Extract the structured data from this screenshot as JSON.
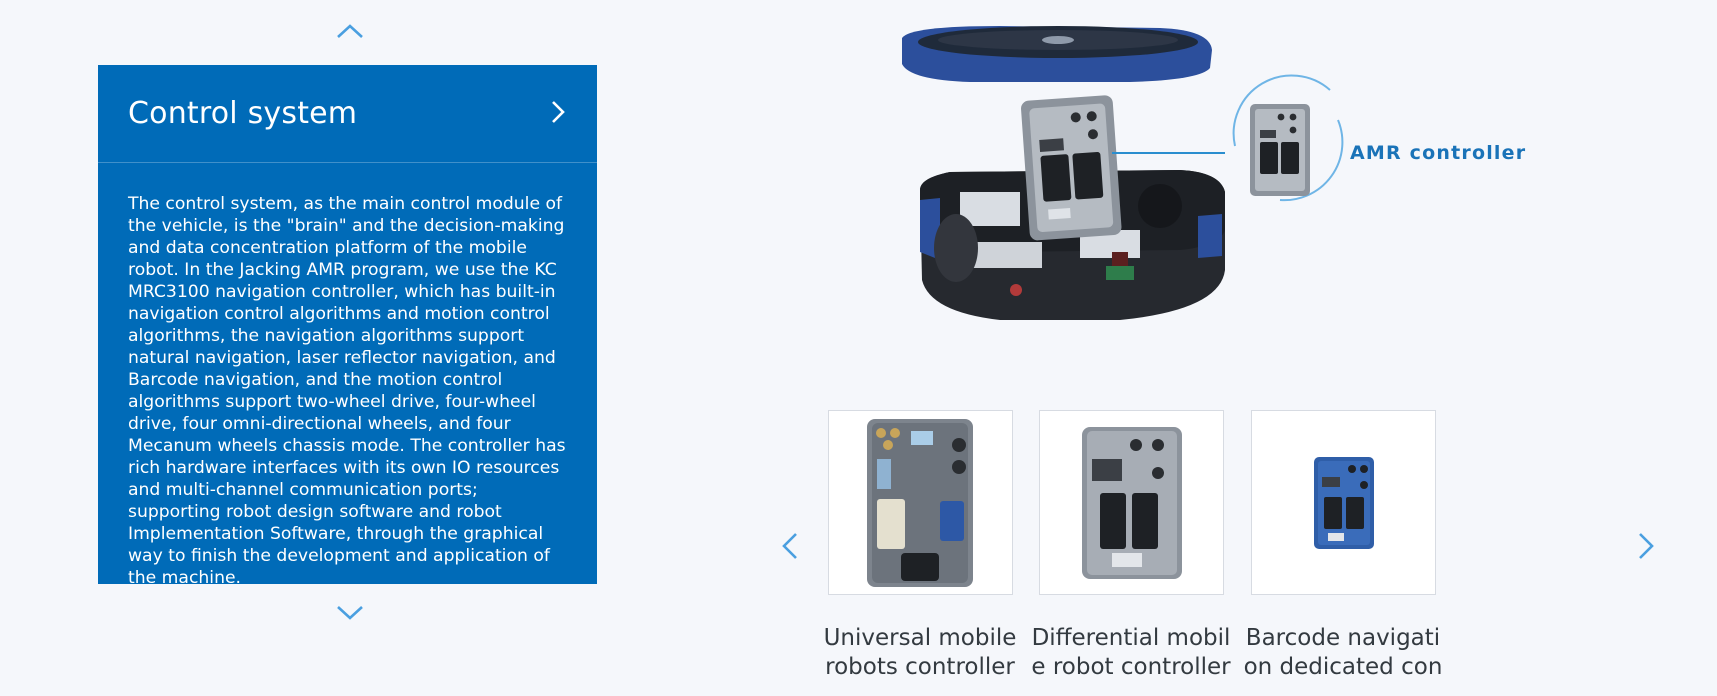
{
  "section": {
    "title": "Control system",
    "description": "The control system, as the main control module of the vehicle, is the \"brain\" and the decision-making and data concentration platform of the mobile robot. In the Jacking AMR program, we use the KC MRC3100 navigation controller, which has built-in navigation control algorithms and motion control algorithms, the navigation algorithms support natural navigation, laser reflector navigation, and Barcode navigation, and the motion control algorithms support two-wheel drive, four-wheel drive, four omni-directional wheels, and four Mecanum wheels chassis mode. The controller has rich hardware interfaces with its own IO resources and multi-channel communication ports; supporting robot design software and robot Implementation Software, through the graphical way to finish the development and application of the machine."
  },
  "hero": {
    "callout_label": "AMR controller"
  },
  "products": [
    {
      "caption": "Universal mobile robots controller"
    },
    {
      "caption": "Differential mobile robot controller"
    },
    {
      "caption": "Barcode navigation dedicated con"
    }
  ],
  "icons": {
    "up": "chevron-up-icon",
    "down": "chevron-down-icon",
    "header": "chevron-right-icon",
    "prev": "chevron-left-icon",
    "next": "chevron-right-icon"
  },
  "colors": {
    "panel": "#006bb8",
    "accent": "#4a9fe0",
    "label": "#1a73b8"
  }
}
